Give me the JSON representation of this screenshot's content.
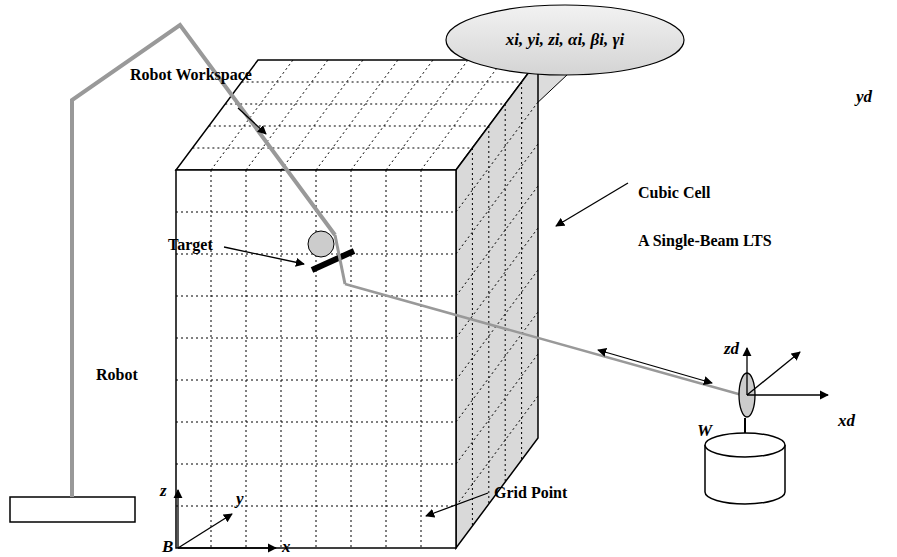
{
  "diagram": {
    "nodes": [
      {
        "text": [
          "xi, yi, zi, αi, βi, γi"
        ]
      }
    ],
    "labels": [
      "Robot Workspace",
      "Target",
      "Cubic Cell",
      "A Single-Beam LTS",
      "Robot",
      "Grid Point",
      "W",
      "xd",
      "yd",
      "zd",
      "z",
      "y",
      "x",
      "B"
    ]
  }
}
